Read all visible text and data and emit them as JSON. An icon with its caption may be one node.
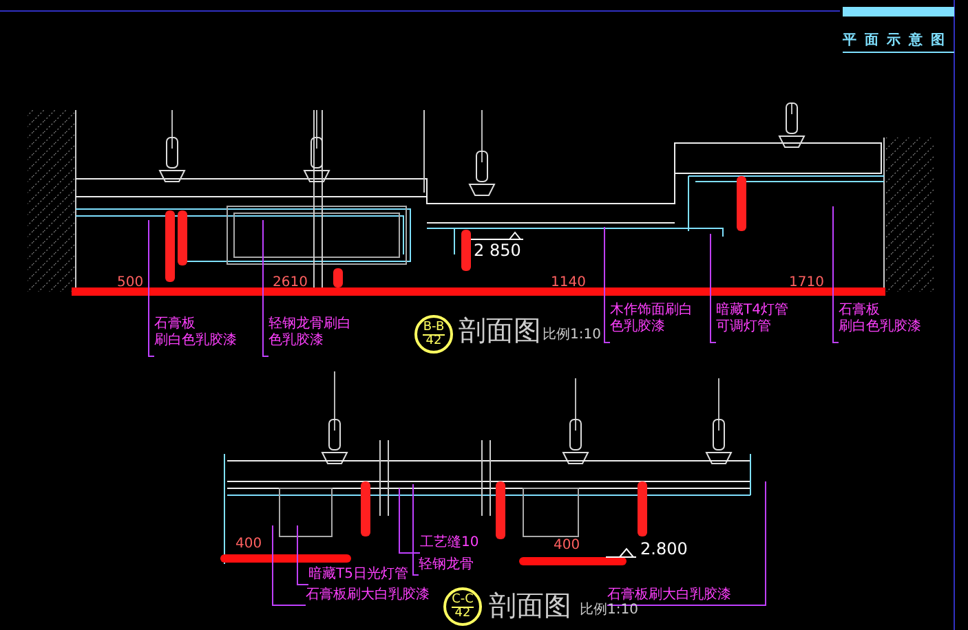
{
  "diagram": {
    "nodes": [
      {
        "text": [
          "石膏板",
          "刷白色乳胶漆"
        ]
      },
      {
        "text": [
          "轻钢龙骨刷白",
          "色乳胶漆"
        ]
      },
      {
        "text": [
          "木作饰面刷白",
          "色乳胶漆"
        ]
      },
      {
        "text": [
          "暗藏T4灯管",
          "可调灯管"
        ]
      },
      {
        "text": [
          "石膏板",
          "刷白色乳胶漆"
        ]
      },
      {
        "text": [
          "B-B",
          "42"
        ]
      },
      {
        "text": [
          "工艺缝10"
        ]
      },
      {
        "text": [
          "轻钢龙骨"
        ]
      },
      {
        "text": [
          "暗藏T5日光灯管"
        ]
      },
      {
        "text": [
          "石膏板刷大白乳胶漆"
        ]
      },
      {
        "text": [
          "石膏板刷大白乳胶漆"
        ]
      },
      {
        "text": [
          "C-C",
          "42"
        ]
      }
    ],
    "edges": [
      {
        "from": 0,
        "to": null,
        "arrow": "none"
      },
      {
        "from": 1,
        "to": null,
        "arrow": "none"
      },
      {
        "from": 2,
        "to": null,
        "arrow": "none"
      },
      {
        "from": 3,
        "to": null,
        "arrow": "none"
      },
      {
        "from": 4,
        "to": null,
        "arrow": "none"
      },
      {
        "from": 6,
        "to": null,
        "arrow": "none"
      },
      {
        "from": 7,
        "to": null,
        "arrow": "none"
      },
      {
        "from": 8,
        "to": null,
        "arrow": "none"
      },
      {
        "from": 9,
        "to": null,
        "arrow": "none"
      },
      {
        "from": 10,
        "to": null,
        "arrow": "none"
      }
    ],
    "labels": [
      "平面示意图",
      "500",
      "2610",
      "1140",
      "1710",
      "2 850",
      "剖面图",
      "比例1:10",
      "400",
      "400",
      "2.800",
      "剖面图",
      "比例1:10"
    ]
  }
}
